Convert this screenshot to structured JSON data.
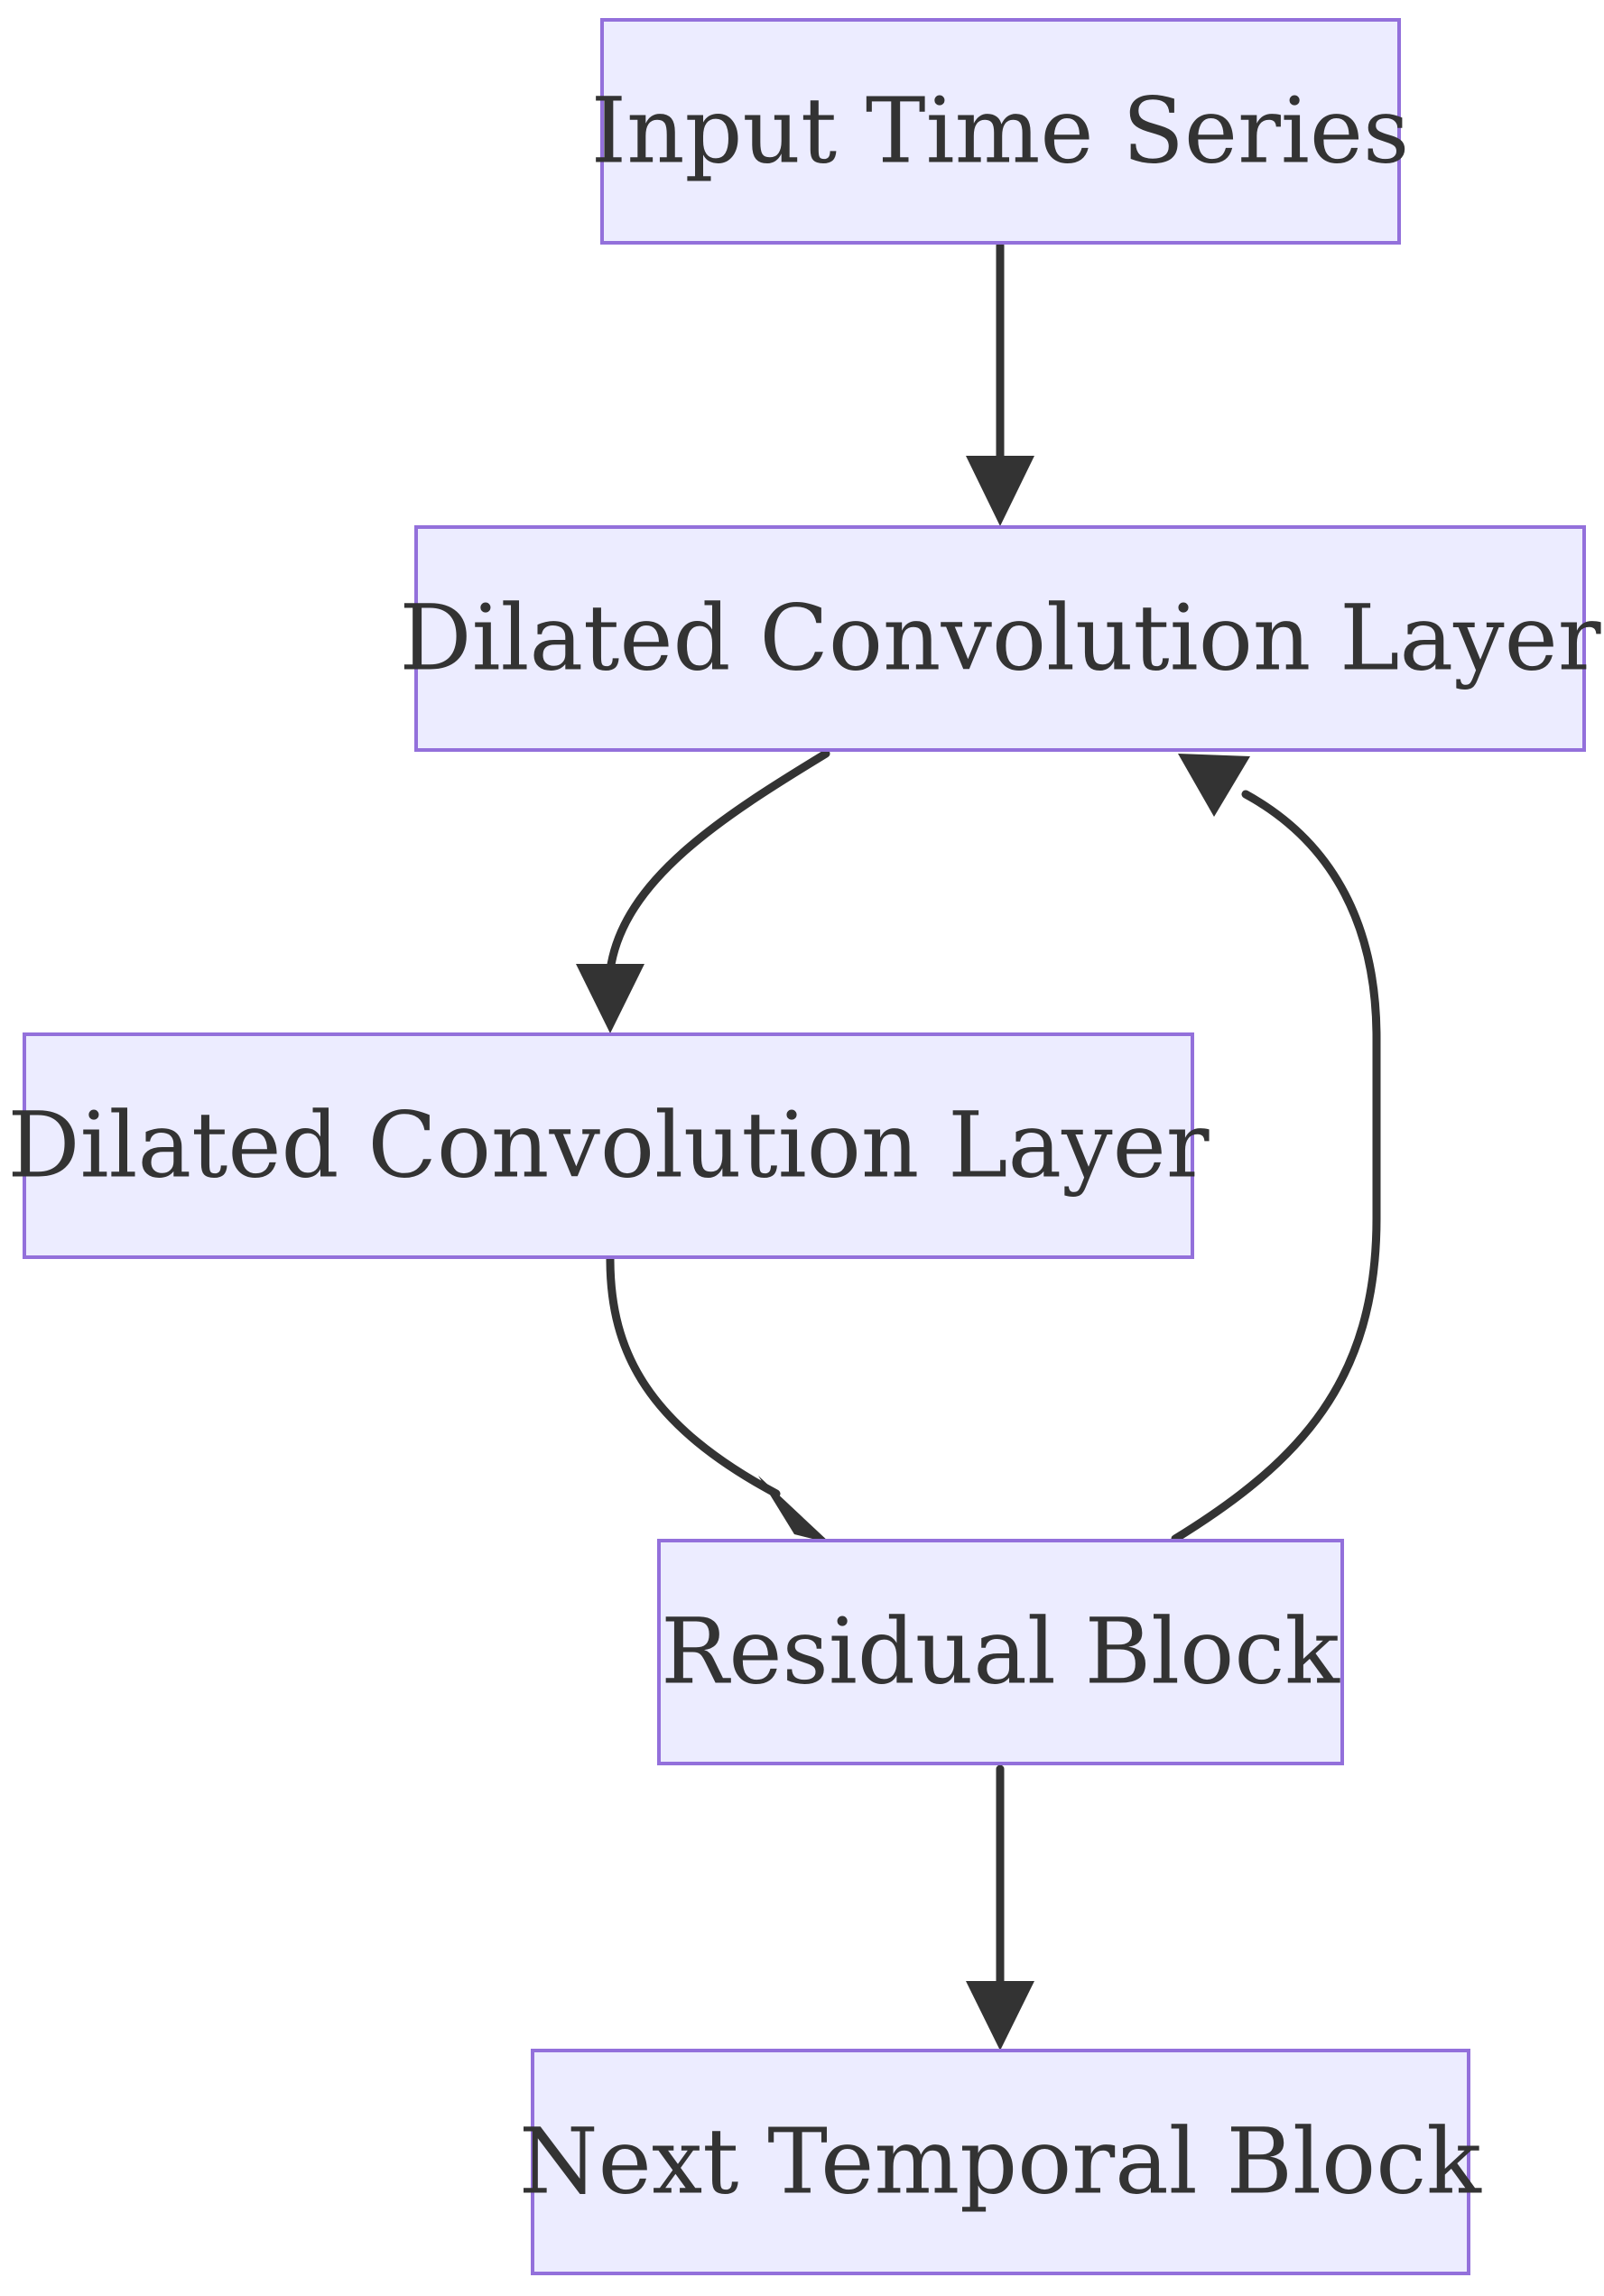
{
  "diagram": {
    "nodes": {
      "input": {
        "label": "Input Time Series"
      },
      "conv_top": {
        "label": "Dilated Convolution Layer"
      },
      "conv_mid": {
        "label": "Dilated Convolution Layer"
      },
      "residual": {
        "label": "Residual Block"
      },
      "next": {
        "label": "Next Temporal Block"
      }
    },
    "edges": [
      {
        "from": "input",
        "to": "conv_top"
      },
      {
        "from": "conv_top",
        "to": "conv_mid"
      },
      {
        "from": "conv_mid",
        "to": "residual"
      },
      {
        "from": "residual",
        "to": "conv_top"
      },
      {
        "from": "residual",
        "to": "next"
      }
    ],
    "colors": {
      "node_fill": "#ECECFF",
      "node_stroke": "#9370DB",
      "edge": "#333333",
      "text": "#333333"
    }
  }
}
